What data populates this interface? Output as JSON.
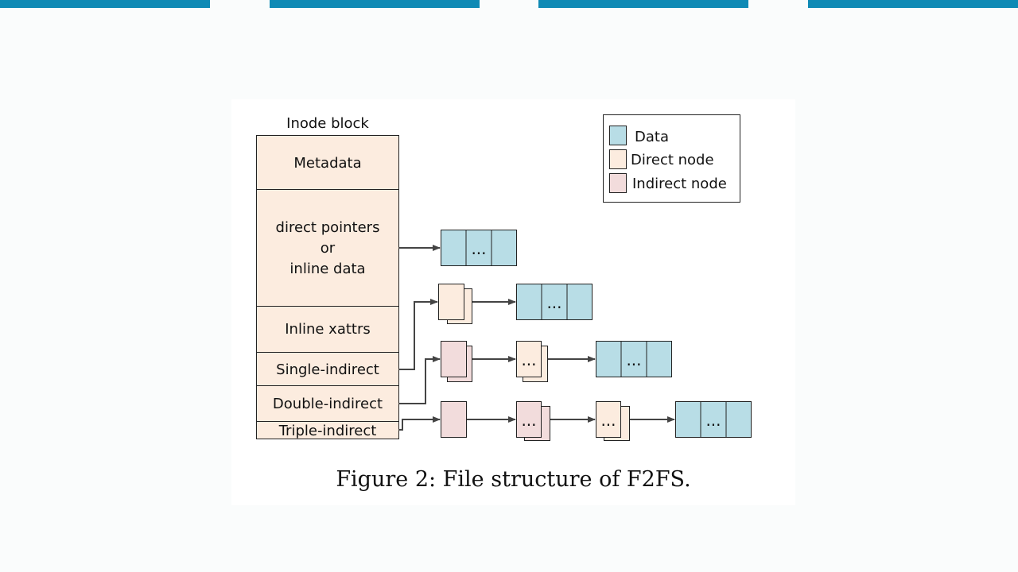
{
  "header": {
    "accent_color": "#0f8ab5"
  },
  "diagram": {
    "inode_title": "Inode block",
    "inode_fields": {
      "metadata": "Metadata",
      "direct_line1": "direct pointers",
      "direct_line2": "or",
      "direct_line3": "inline data",
      "xattrs": "Inline xattrs",
      "single": "Single-indirect",
      "double": "Double-indirect",
      "triple": "Triple-indirect"
    },
    "ellipsis": "...",
    "legend": {
      "data": "Data",
      "direct": "Direct node",
      "indirect": "Indirect node"
    },
    "colors": {
      "data": "#b8dde6",
      "direct": "#fcecdf",
      "indirect": "#f2dcdc",
      "stroke": "#222222",
      "arrow": "#444444"
    }
  },
  "caption": "Figure 2: File structure of F2FS."
}
